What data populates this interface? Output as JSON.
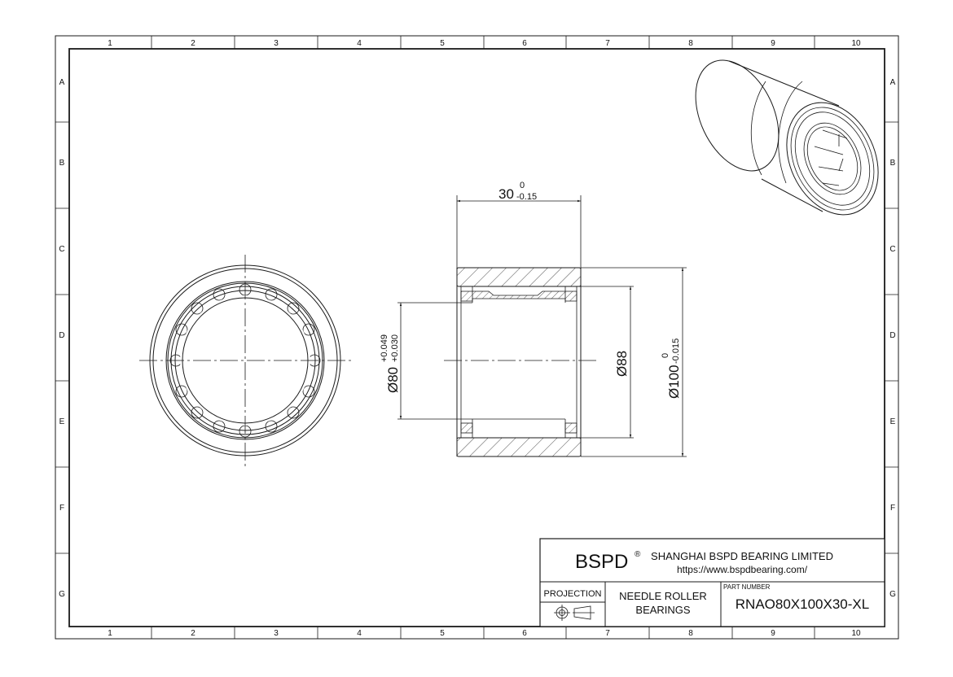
{
  "drawing": {
    "columns": [
      "1",
      "2",
      "3",
      "4",
      "5",
      "6",
      "7",
      "8",
      "9",
      "10"
    ],
    "rows": [
      "A",
      "B",
      "C",
      "D",
      "E",
      "F",
      "G"
    ]
  },
  "dimensions": {
    "width": {
      "nominal": "30",
      "upper_tol": "0",
      "lower_tol": "-0.15"
    },
    "bore": {
      "symbol": "Ø",
      "nominal": "Ø80",
      "upper_tol": "+0.049",
      "lower_tol": "+0.030"
    },
    "raceway": {
      "nominal": "Ø88"
    },
    "outer": {
      "nominal": "Ø100",
      "upper_tol": "0",
      "lower_tol": "-0.015"
    }
  },
  "views": {
    "front_view": "end-view-circles",
    "section_view": "cross-section",
    "iso_view": "3d-isometric"
  },
  "title_block": {
    "brand": "BSPD",
    "registered_mark": "®",
    "company": "SHANGHAI BSPD BEARING LIMITED",
    "url": "https://www.bspdbearing.com/",
    "projection_label": "PROJECTION",
    "product_line1": "NEEDLE  ROLLER",
    "product_line2": "BEARINGS",
    "part_number_label": "PART NUMBER",
    "part_number": "RNAO80X100X30-XL"
  }
}
